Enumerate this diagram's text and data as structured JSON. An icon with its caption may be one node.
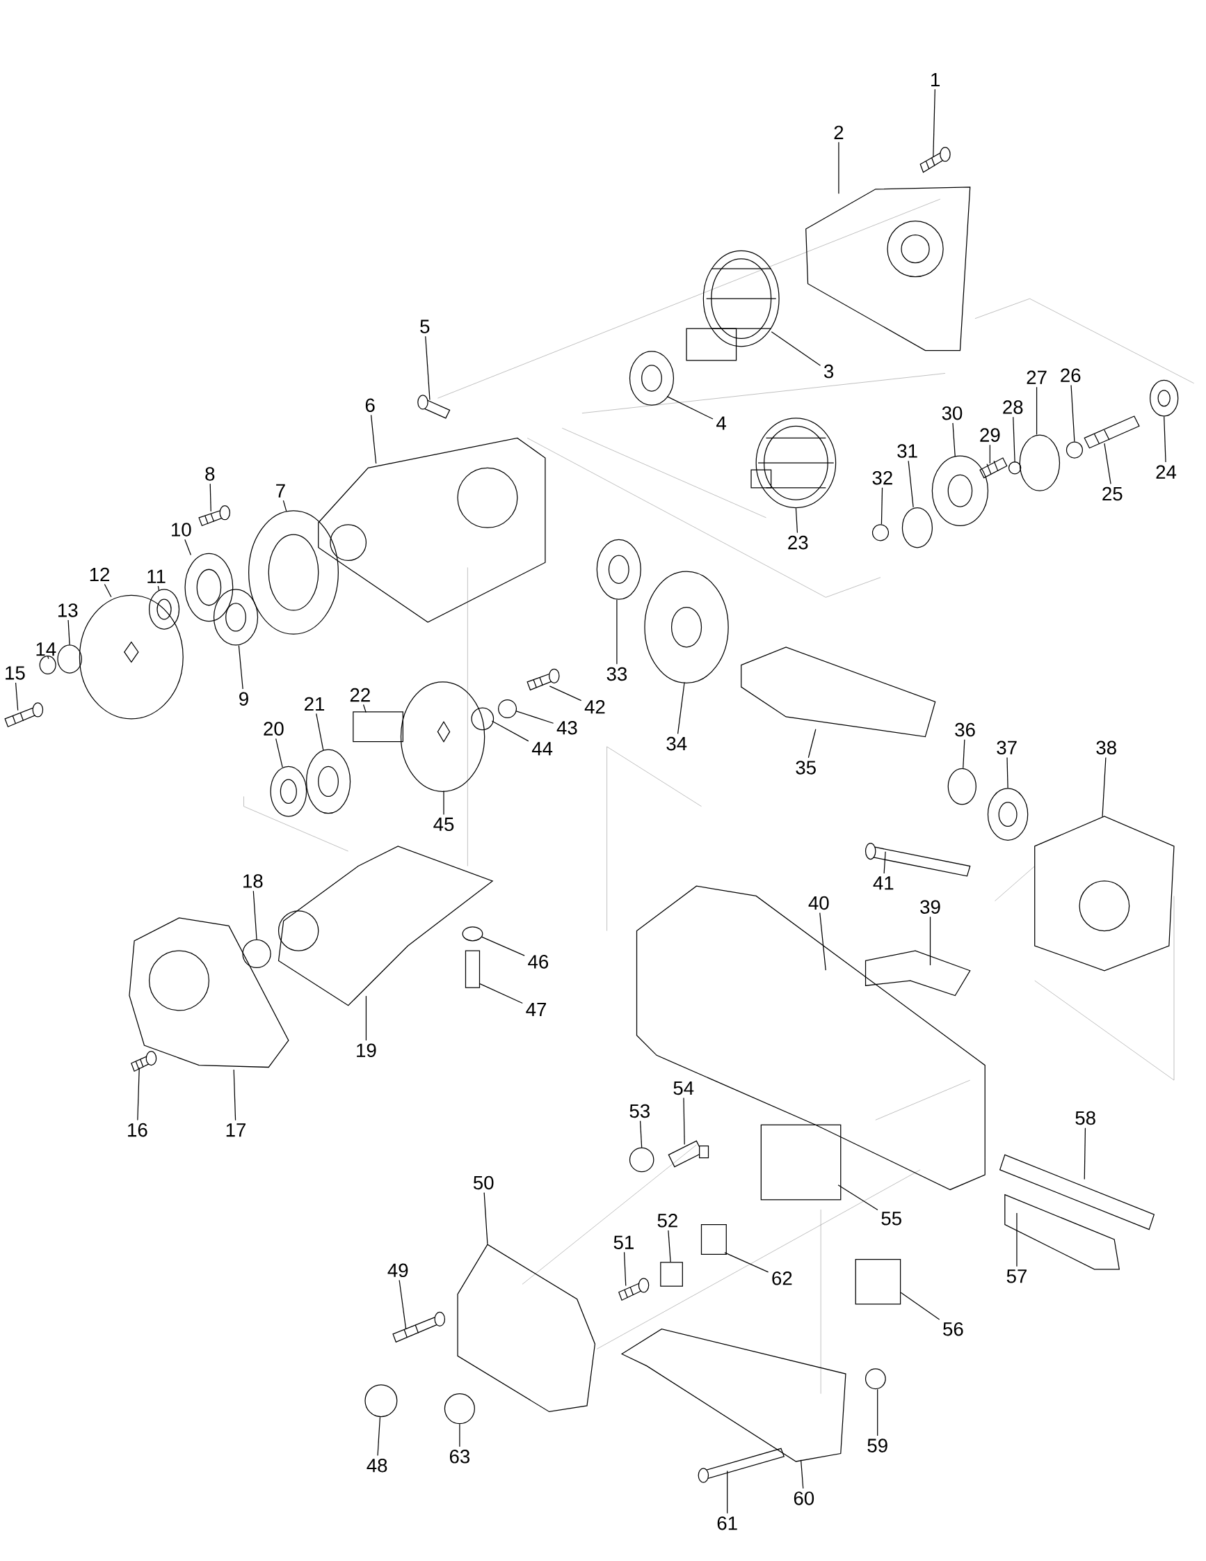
{
  "diagram": {
    "nodes": [
      {
        "text": [
          "1"
        ]
      },
      {
        "text": [
          "2"
        ]
      },
      {
        "text": [
          "3"
        ]
      },
      {
        "text": [
          "4"
        ]
      },
      {
        "text": [
          "5"
        ]
      },
      {
        "text": [
          "6"
        ]
      },
      {
        "text": [
          "7"
        ]
      },
      {
        "text": [
          "8"
        ]
      },
      {
        "text": [
          "9"
        ]
      },
      {
        "text": [
          "10"
        ]
      },
      {
        "text": [
          "11"
        ]
      },
      {
        "text": [
          "12"
        ]
      },
      {
        "text": [
          "13"
        ]
      },
      {
        "text": [
          "14"
        ]
      },
      {
        "text": [
          "15"
        ]
      },
      {
        "text": [
          "16"
        ]
      },
      {
        "text": [
          "17"
        ]
      },
      {
        "text": [
          "18"
        ]
      },
      {
        "text": [
          "19"
        ]
      },
      {
        "text": [
          "20"
        ]
      },
      {
        "text": [
          "21"
        ]
      },
      {
        "text": [
          "22"
        ]
      },
      {
        "text": [
          "23"
        ]
      },
      {
        "text": [
          "24"
        ]
      },
      {
        "text": [
          "25"
        ]
      },
      {
        "text": [
          "26"
        ]
      },
      {
        "text": [
          "27"
        ]
      },
      {
        "text": [
          "28"
        ]
      },
      {
        "text": [
          "29"
        ]
      },
      {
        "text": [
          "30"
        ]
      },
      {
        "text": [
          "31"
        ]
      },
      {
        "text": [
          "32"
        ]
      },
      {
        "text": [
          "33"
        ]
      },
      {
        "text": [
          "34"
        ]
      },
      {
        "text": [
          "35"
        ]
      },
      {
        "text": [
          "36"
        ]
      },
      {
        "text": [
          "37"
        ]
      },
      {
        "text": [
          "38"
        ]
      },
      {
        "text": [
          "39"
        ]
      },
      {
        "text": [
          "40"
        ]
      },
      {
        "text": [
          "41"
        ]
      },
      {
        "text": [
          "42"
        ]
      },
      {
        "text": [
          "43"
        ]
      },
      {
        "text": [
          "44"
        ]
      },
      {
        "text": [
          "45"
        ]
      },
      {
        "text": [
          "46"
        ]
      },
      {
        "text": [
          "47"
        ]
      },
      {
        "text": [
          "48"
        ]
      },
      {
        "text": [
          "49"
        ]
      },
      {
        "text": [
          "50"
        ]
      },
      {
        "text": [
          "51"
        ]
      },
      {
        "text": [
          "52"
        ]
      },
      {
        "text": [
          "53"
        ]
      },
      {
        "text": [
          "54"
        ]
      },
      {
        "text": [
          "55"
        ]
      },
      {
        "text": [
          "56"
        ]
      },
      {
        "text": [
          "57"
        ]
      },
      {
        "text": [
          "58"
        ]
      },
      {
        "text": [
          "59"
        ]
      },
      {
        "text": [
          "60"
        ]
      },
      {
        "text": [
          "61"
        ]
      },
      {
        "text": [
          "62"
        ]
      },
      {
        "text": [
          "63"
        ]
      },
      {
        "text": [],
        "shape": "picture"
      },
      {
        "text": [],
        "shape": "picture"
      },
      {
        "text": [],
        "shape": "picture"
      },
      {
        "text": [],
        "shape": "picture"
      },
      {
        "text": [],
        "shape": "picture"
      },
      {
        "text": [],
        "shape": "picture"
      },
      {
        "text": [],
        "shape": "picture"
      },
      {
        "text": [],
        "shape": "picture"
      },
      {
        "text": [],
        "shape": "picture"
      },
      {
        "text": [],
        "shape": "picture"
      },
      {
        "text": [],
        "shape": "picture"
      },
      {
        "text": [],
        "shape": "picture"
      },
      {
        "text": [],
        "shape": "circle"
      },
      {
        "text": [],
        "shape": "circle"
      },
      {
        "text": [],
        "shape": "picture"
      },
      {
        "text": [],
        "shape": "picture"
      },
      {
        "text": [],
        "shape": "picture"
      },
      {
        "text": [],
        "shape": "circle"
      },
      {
        "text": [],
        "shape": "picture"
      },
      {
        "text": [],
        "shape": "picture"
      },
      {
        "text": [],
        "shape": "picture"
      },
      {
        "text": [],
        "shape": "box"
      },
      {
        "text": [],
        "shape": "picture"
      },
      {
        "text": [],
        "shape": "picture"
      },
      {
        "text": [],
        "shape": "picture"
      },
      {
        "text": [],
        "shape": "circle"
      },
      {
        "text": [],
        "shape": "circle"
      },
      {
        "text": [],
        "shape": "circle"
      },
      {
        "text": [],
        "shape": "picture"
      },
      {
        "text": [],
        "shape": "picture"
      },
      {
        "text": [],
        "shape": "circle"
      },
      {
        "text": [],
        "shape": "circle"
      },
      {
        "text": [],
        "shape": "picture"
      },
      {
        "text": [],
        "shape": "picture"
      },
      {
        "text": [],
        "shape": "picture"
      },
      {
        "text": [],
        "shape": "circle"
      },
      {
        "text": [],
        "shape": "picture"
      },
      {
        "text": [],
        "shape": "picture"
      },
      {
        "text": [],
        "shape": "picture"
      },
      {
        "text": [],
        "shape": "picture"
      },
      {
        "text": [],
        "shape": "picture"
      },
      {
        "text": [],
        "shape": "picture"
      },
      {
        "text": [],
        "shape": "circle"
      },
      {
        "text": [],
        "shape": "circle"
      },
      {
        "text": [],
        "shape": "picture"
      },
      {
        "text": [],
        "shape": "circle"
      },
      {
        "text": [],
        "shape": "box"
      },
      {
        "text": [],
        "shape": "circle"
      },
      {
        "text": [],
        "shape": "picture"
      },
      {
        "text": [],
        "shape": "picture"
      },
      {
        "text": [],
        "shape": "picture"
      },
      {
        "text": [],
        "shape": "box"
      },
      {
        "text": [],
        "shape": "circle"
      },
      {
        "text": [],
        "shape": "picture"
      },
      {
        "text": [],
        "shape": "box"
      },
      {
        "text": [],
        "shape": "box"
      },
      {
        "text": [],
        "shape": "picture"
      },
      {
        "text": [],
        "shape": "picture"
      },
      {
        "text": [],
        "shape": "circle"
      },
      {
        "text": [],
        "shape": "picture"
      },
      {
        "text": [],
        "shape": "picture"
      },
      {
        "text": [],
        "shape": "box"
      },
      {
        "text": [],
        "shape": "circle"
      }
    ],
    "edges": [
      {
        "from": 0,
        "to": 63,
        "arrow": "none"
      },
      {
        "from": 1,
        "to": 64,
        "arrow": "none"
      },
      {
        "from": 2,
        "to": 65,
        "arrow": "none"
      },
      {
        "from": 3,
        "to": 66,
        "arrow": "none"
      },
      {
        "from": 4,
        "to": 67,
        "arrow": "none"
      },
      {
        "from": 5,
        "to": 68,
        "arrow": "none"
      },
      {
        "from": 6,
        "to": 69,
        "arrow": "none"
      },
      {
        "from": 7,
        "to": 70,
        "arrow": "none"
      },
      {
        "from": 8,
        "to": 71,
        "arrow": "none"
      },
      {
        "from": 9,
        "to": 72,
        "arrow": "none"
      },
      {
        "from": 10,
        "to": 73,
        "arrow": "none"
      },
      {
        "from": 11,
        "to": 74,
        "arrow": "none"
      },
      {
        "from": 12,
        "to": 75,
        "arrow": "none"
      },
      {
        "from": 13,
        "to": 76,
        "arrow": "none"
      },
      {
        "from": 14,
        "to": 77,
        "arrow": "none"
      },
      {
        "from": 15,
        "to": 78,
        "arrow": "none"
      },
      {
        "from": 16,
        "to": 79,
        "arrow": "none"
      },
      {
        "from": 17,
        "to": 80,
        "arrow": "none"
      },
      {
        "from": 18,
        "to": 81,
        "arrow": "none"
      },
      {
        "from": 19,
        "to": 82,
        "arrow": "none"
      },
      {
        "from": 20,
        "to": 83,
        "arrow": "none"
      },
      {
        "from": 21,
        "to": 84,
        "arrow": "none"
      },
      {
        "from": 22,
        "to": 85,
        "arrow": "none"
      },
      {
        "from": 23,
        "to": 86,
        "arrow": "none"
      },
      {
        "from": 24,
        "to": 87,
        "arrow": "none"
      },
      {
        "from": 25,
        "to": 88,
        "arrow": "none"
      },
      {
        "from": 26,
        "to": 89,
        "arrow": "none"
      },
      {
        "from": 27,
        "to": 90,
        "arrow": "none"
      },
      {
        "from": 28,
        "to": 91,
        "arrow": "none"
      },
      {
        "from": 29,
        "to": 92,
        "arrow": "none"
      },
      {
        "from": 30,
        "to": 93,
        "arrow": "none"
      },
      {
        "from": 31,
        "to": 94,
        "arrow": "none"
      },
      {
        "from": 32,
        "to": 95,
        "arrow": "none"
      },
      {
        "from": 33,
        "to": 96,
        "arrow": "none"
      },
      {
        "from": 34,
        "to": 97,
        "arrow": "none"
      },
      {
        "from": 35,
        "to": 98,
        "arrow": "none"
      },
      {
        "from": 36,
        "to": 99,
        "arrow": "none"
      },
      {
        "from": 37,
        "to": 100,
        "arrow": "none"
      },
      {
        "from": 38,
        "to": 101,
        "arrow": "none"
      },
      {
        "from": 39,
        "to": 102,
        "arrow": "none"
      },
      {
        "from": 40,
        "to": 103,
        "arrow": "none"
      },
      {
        "from": 41,
        "to": 104,
        "arrow": "none"
      },
      {
        "from": 42,
        "to": 105,
        "arrow": "none"
      },
      {
        "from": 43,
        "to": 106,
        "arrow": "none"
      },
      {
        "from": 44,
        "to": 107,
        "arrow": "none"
      },
      {
        "from": 45,
        "to": 108,
        "arrow": "none"
      },
      {
        "from": 46,
        "to": 109,
        "arrow": "none"
      },
      {
        "from": 47,
        "to": 110,
        "arrow": "none"
      },
      {
        "from": 48,
        "to": 111,
        "arrow": "none"
      },
      {
        "from": 49,
        "to": 112,
        "arrow": "none"
      },
      {
        "from": 50,
        "to": 113,
        "arrow": "none"
      },
      {
        "from": 51,
        "to": 114,
        "arrow": "none"
      },
      {
        "from": 52,
        "to": 115,
        "arrow": "none"
      },
      {
        "from": 53,
        "to": 116,
        "arrow": "none"
      },
      {
        "from": 54,
        "to": 117,
        "arrow": "none"
      },
      {
        "from": 55,
        "to": 118,
        "arrow": "none"
      },
      {
        "from": 56,
        "to": 119,
        "arrow": "none"
      },
      {
        "from": 57,
        "to": 120,
        "arrow": "none"
      },
      {
        "from": 58,
        "to": 121,
        "arrow": "none"
      },
      {
        "from": 59,
        "to": 122,
        "arrow": "none"
      },
      {
        "from": 60,
        "to": 123,
        "arrow": "none"
      },
      {
        "from": 61,
        "to": 124,
        "arrow": "none"
      },
      {
        "from": 62,
        "to": 125,
        "arrow": "none"
      }
    ]
  }
}
